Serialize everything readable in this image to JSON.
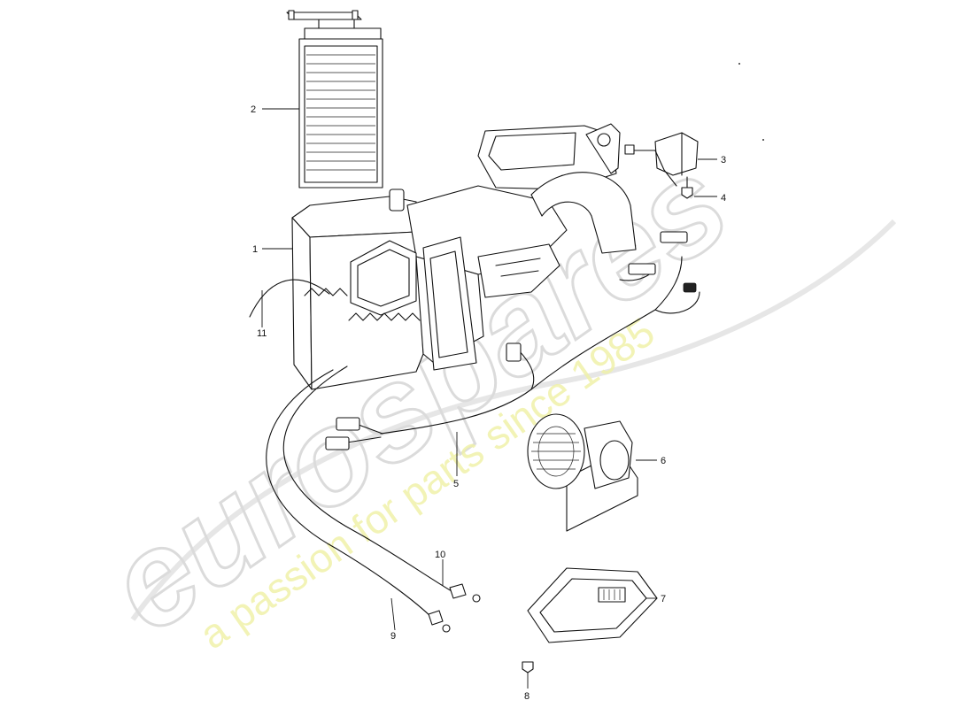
{
  "diagram": {
    "callouts": [
      {
        "id": "c1",
        "label": "1"
      },
      {
        "id": "c2",
        "label": "2"
      },
      {
        "id": "c3",
        "label": "3"
      },
      {
        "id": "c4",
        "label": "4"
      },
      {
        "id": "c5",
        "label": "5"
      },
      {
        "id": "c6",
        "label": "6"
      },
      {
        "id": "c7",
        "label": "7"
      },
      {
        "id": "c8",
        "label": "8"
      },
      {
        "id": "c9",
        "label": "9"
      },
      {
        "id": "c10",
        "label": "10"
      },
      {
        "id": "c11",
        "label": "11"
      }
    ]
  },
  "watermark": {
    "logo_text": "eurospares",
    "tagline": "a passion for parts since 1985",
    "logo_color": "#d8d8d8",
    "tagline_color": "#eef0a0"
  }
}
